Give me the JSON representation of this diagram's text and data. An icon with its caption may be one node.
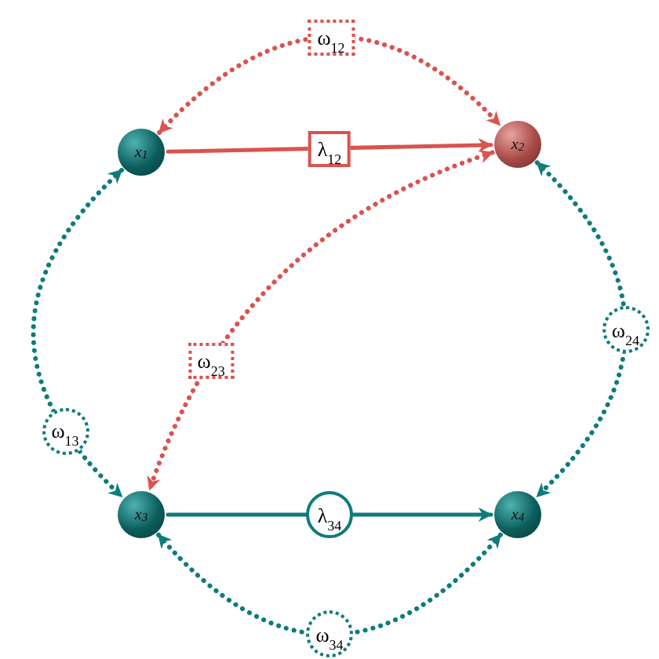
{
  "diagram": {
    "nodes": [
      {
        "text": [
          "x$_{1}$"
        ]
      },
      {
        "text": [
          "x$_{2}$"
        ]
      },
      {
        "text": [
          "x$_{3}$"
        ]
      },
      {
        "text": [
          "x$_{4}$"
        ]
      }
    ],
    "edges": [
      {
        "from": 0,
        "to": 1,
        "arrow": "both",
        "label": "ω$_{12}$",
        "style": "dashed",
        "color": "#d9534f"
      },
      {
        "from": 0,
        "to": 1,
        "arrow": "to",
        "label": "λ$_{12}$",
        "color": "#d9534f"
      },
      {
        "from": 1,
        "to": 2,
        "arrow": "both",
        "label": "ω$_{23}$",
        "style": "dashed",
        "color": "#d9534f"
      },
      {
        "from": 0,
        "to": 2,
        "arrow": "both",
        "label": "ω$_{13}$",
        "style": "dashed",
        "color": "#0e7c7b"
      },
      {
        "from": 1,
        "to": 3,
        "arrow": "both",
        "label": "ω$_{24}$",
        "style": "dashed",
        "color": "#0e7c7b"
      },
      {
        "from": 2,
        "to": 3,
        "arrow": "to",
        "label": "λ$_{34}$",
        "color": "#0e7c7b"
      },
      {
        "from": 2,
        "to": 3,
        "arrow": "both",
        "label": "ω$_{34}$",
        "style": "dashed",
        "color": "#0e7c7b"
      }
    ]
  }
}
